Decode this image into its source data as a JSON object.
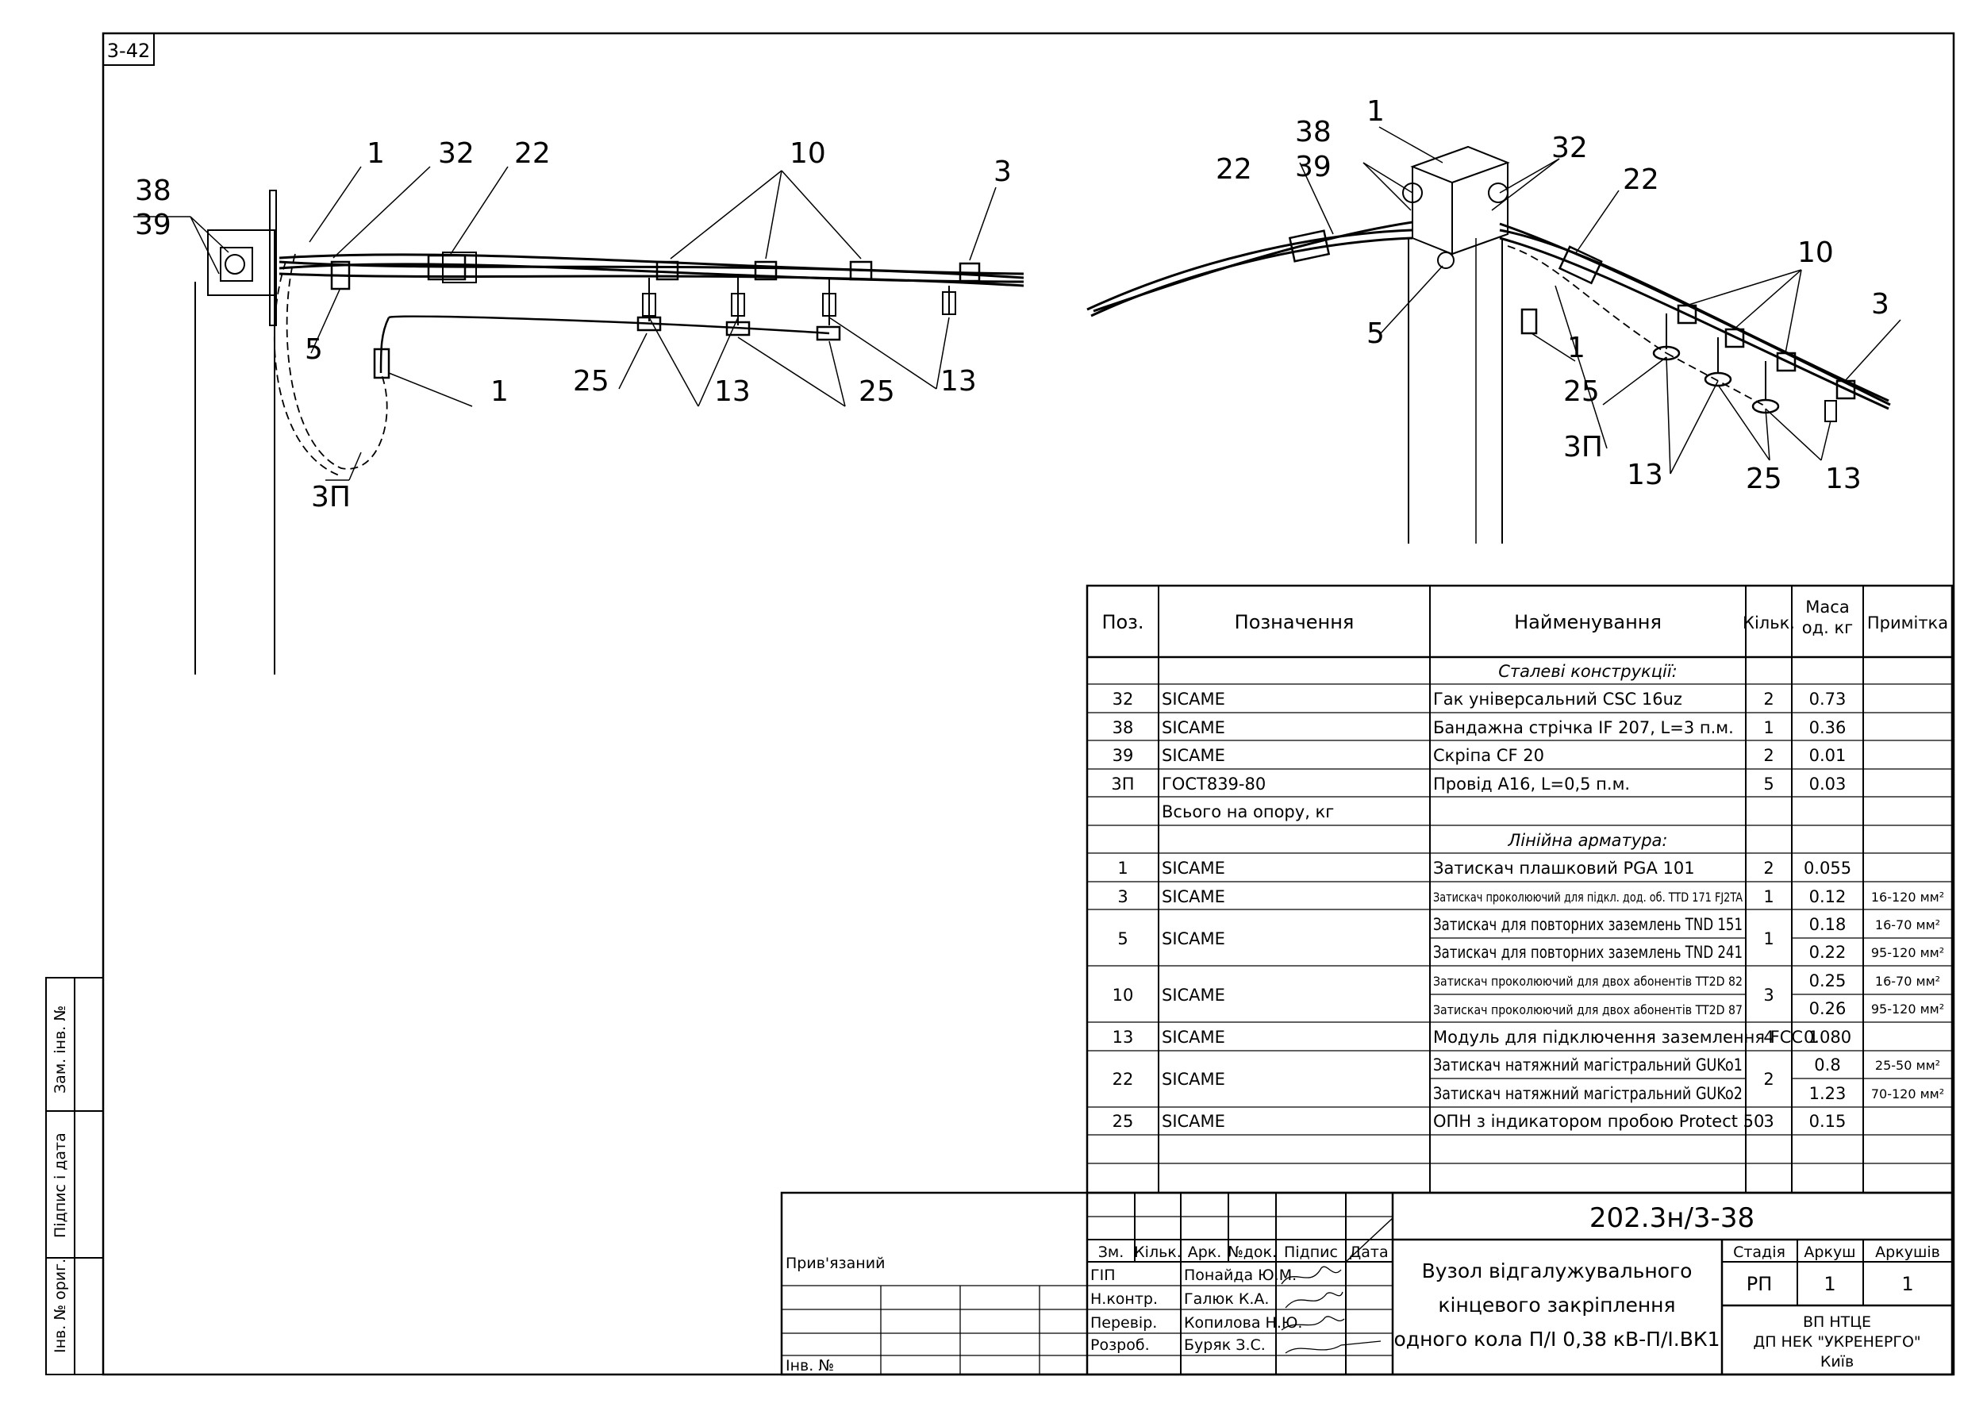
{
  "sheet_code": "3-42",
  "left_view": {
    "callouts": [
      "38",
      "39",
      "1",
      "32",
      "22",
      "10",
      "3",
      "5",
      "25",
      "13",
      "25",
      "13",
      "1",
      "3П"
    ]
  },
  "right_view": {
    "callouts": [
      "38",
      "39",
      "1",
      "32",
      "22",
      "22",
      "10",
      "3",
      "5",
      "1",
      "25",
      "3П",
      "13",
      "25",
      "13"
    ]
  },
  "spec_table": {
    "headers": [
      "Поз.",
      "Позначення",
      "Найменування",
      "Кільк.",
      "Маса од. кг",
      "Примітка"
    ],
    "section_steel": "Сталеві конструкції:",
    "section_line": "Лінійна арматура:",
    "total_label": "Всього на опору, кг",
    "rows_steel": [
      {
        "pos": "32",
        "code": "SICAME",
        "name": "Гак універсальний CSC 16uz",
        "qty": "2",
        "mass": "0.73",
        "note": ""
      },
      {
        "pos": "38",
        "code": "SICAME",
        "name": "Бандажна стрічка IF 207, L=3 п.м.",
        "qty": "1",
        "mass": "0.36",
        "note": ""
      },
      {
        "pos": "39",
        "code": "SICAME",
        "name": "Скріпа CF 20",
        "qty": "2",
        "mass": "0.01",
        "note": ""
      },
      {
        "pos": "3П",
        "code": "ГОСТ839-80",
        "name": "Провід А16, L=0,5 п.м.",
        "qty": "5",
        "mass": "0.03",
        "note": ""
      }
    ],
    "rows_line": [
      {
        "pos": "1",
        "code": "SICAME",
        "names": [
          "Затискач плашковий PGA 101"
        ],
        "qty": "2",
        "masses": [
          "0.055"
        ],
        "notes": [
          ""
        ]
      },
      {
        "pos": "3",
        "code": "SICAME",
        "names": [
          "Затискач проколюючий для підкл. дод. об. TTD 171 FJ2TA"
        ],
        "qty": "1",
        "masses": [
          "0.12"
        ],
        "notes": [
          "16-120 мм²"
        ]
      },
      {
        "pos": "5",
        "code": "SICAME",
        "names": [
          "Затискач для повторних заземлень TND 151",
          "Затискач для повторних заземлень TND 241"
        ],
        "qty": "1",
        "masses": [
          "0.18",
          "0.22"
        ],
        "notes": [
          "16-70 мм²",
          "95-120 мм²"
        ]
      },
      {
        "pos": "10",
        "code": "SICAME",
        "names": [
          "Затискач проколюючий для двох абонентів TT2D 82",
          "Затискач проколюючий для двох абонентів TT2D 87"
        ],
        "qty": "3",
        "masses": [
          "0.25",
          "0.26"
        ],
        "notes": [
          "16-70 мм²",
          "95-120 мм²"
        ]
      },
      {
        "pos": "13",
        "code": "SICAME",
        "names": [
          "Модуль для підключення заземлення FCC 1"
        ],
        "qty": "4",
        "masses": [
          "0.080"
        ],
        "notes": [
          ""
        ]
      },
      {
        "pos": "22",
        "code": "SICAME",
        "names": [
          "Затискач натяжний магістральний GUKo1",
          "Затискач натяжний магістральний GUKo2"
        ],
        "qty": "2",
        "masses": [
          "0.8",
          "1.23"
        ],
        "notes": [
          "25-50 мм²",
          "70-120 мм²"
        ]
      },
      {
        "pos": "25",
        "code": "SICAME",
        "names": [
          "ОПН з індикатором пробою Protect 50"
        ],
        "qty": "3",
        "masses": [
          "0.15"
        ],
        "notes": [
          ""
        ]
      }
    ]
  },
  "title_block": {
    "doc_number": "202.3н/3-38",
    "stamp_headers": [
      "Зм.",
      "Кільк.",
      "Арк.",
      "№док.",
      "Підпис",
      "Дата"
    ],
    "roles": [
      {
        "role": "ГІП",
        "name": "Понайда Ю.М."
      },
      {
        "role": "Н.контр.",
        "name": "Галюк К.А."
      },
      {
        "role": "Перевір.",
        "name": "Копилова Н.Ю."
      },
      {
        "role": "Розроб.",
        "name": "Буряк З.С."
      }
    ],
    "title_lines": [
      "Вузол відгалужувального",
      "кінцевого закріплення",
      "одного кола П/І 0,38 кВ-П/І.ВК1"
    ],
    "stage_label": "Стадія",
    "sheet_label": "Аркуш",
    "sheets_label": "Аркушів",
    "stage": "РП",
    "sheet": "1",
    "sheets": "1",
    "org_lines": [
      "ВП НТЦЕ",
      "ДП НЕК \"УКРЕНЕРГО\"",
      "Київ"
    ],
    "attached_label": "Прив'язаний",
    "inv_label": "Інв. №"
  },
  "side_stamp": [
    "Інв. № ориг.",
    "Підпис і дата",
    "Зам. інв. №"
  ]
}
